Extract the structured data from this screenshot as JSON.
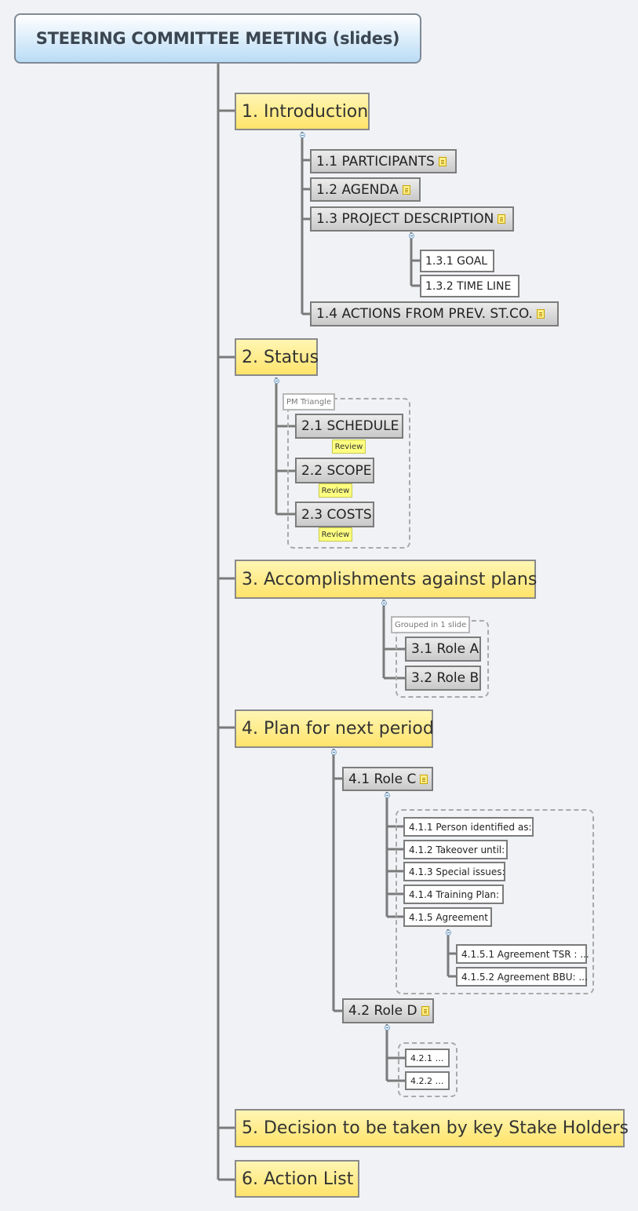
{
  "root": {
    "label": "STEERING COMMITTEE MEETING (slides)"
  },
  "topics": {
    "t1": {
      "label": "1. Introduction"
    },
    "t1_1": {
      "label": "1.1 PARTICIPANTS"
    },
    "t1_2": {
      "label": "1.2  AGENDA"
    },
    "t1_3": {
      "label": "1.3 PROJECT DESCRIPTION"
    },
    "t1_3_1": {
      "label": "1.3.1 GOAL"
    },
    "t1_3_2": {
      "label": "1.3.2  TIME LINE"
    },
    "t1_4": {
      "label": "1.4  ACTIONS FROM PREV. ST.CO."
    },
    "t2": {
      "label": "2. Status"
    },
    "t2_boundary": {
      "label": "PM Triangle"
    },
    "t2_1": {
      "label": "2.1 SCHEDULE"
    },
    "t2_2": {
      "label": "2.2  SCOPE"
    },
    "t2_3": {
      "label": "2.3  COSTS"
    },
    "review": {
      "label": "Review"
    },
    "t3": {
      "label": "3.  Accomplishments against plans"
    },
    "t3_boundary": {
      "label": "Grouped in 1 slide"
    },
    "t3_1": {
      "label": "3.1 Role A"
    },
    "t3_2": {
      "label": "3.2 Role B"
    },
    "t4": {
      "label": "4. Plan for next period"
    },
    "t4_1": {
      "label": "4.1 Role C"
    },
    "t4_1_1": {
      "label": "4.1.1  Person identified as:"
    },
    "t4_1_2": {
      "label": "4.1.2  Takeover until:"
    },
    "t4_1_3": {
      "label": "4.1.3  Special issues:"
    },
    "t4_1_4": {
      "label": "4.1.4  Training Plan:"
    },
    "t4_1_5": {
      "label": "4.1.5  Agreement"
    },
    "t4_1_5_1": {
      "label": "4.1.5.1  Agreement TSR : ..."
    },
    "t4_1_5_2": {
      "label": "4.1.5.2  Agreement BBU: ..."
    },
    "t4_2": {
      "label": "4.2 Role D"
    },
    "t4_2_1": {
      "label": "4.2.1  …"
    },
    "t4_2_2": {
      "label": "4.2.2  …"
    },
    "t5": {
      "label": "5. Decision to be taken by key Stake Holders"
    },
    "t6": {
      "label": "6.  Action List"
    }
  },
  "colors": {
    "root_fill": "#b9dcf6",
    "main_topic_fill": "#ffe36a",
    "subtopic_fill": "#c9c9c9",
    "label_fill": "#ffff80",
    "connector": "#7a7a7a"
  },
  "icons": {
    "note": "note-icon",
    "collapse": "collapse-toggle-icon"
  }
}
